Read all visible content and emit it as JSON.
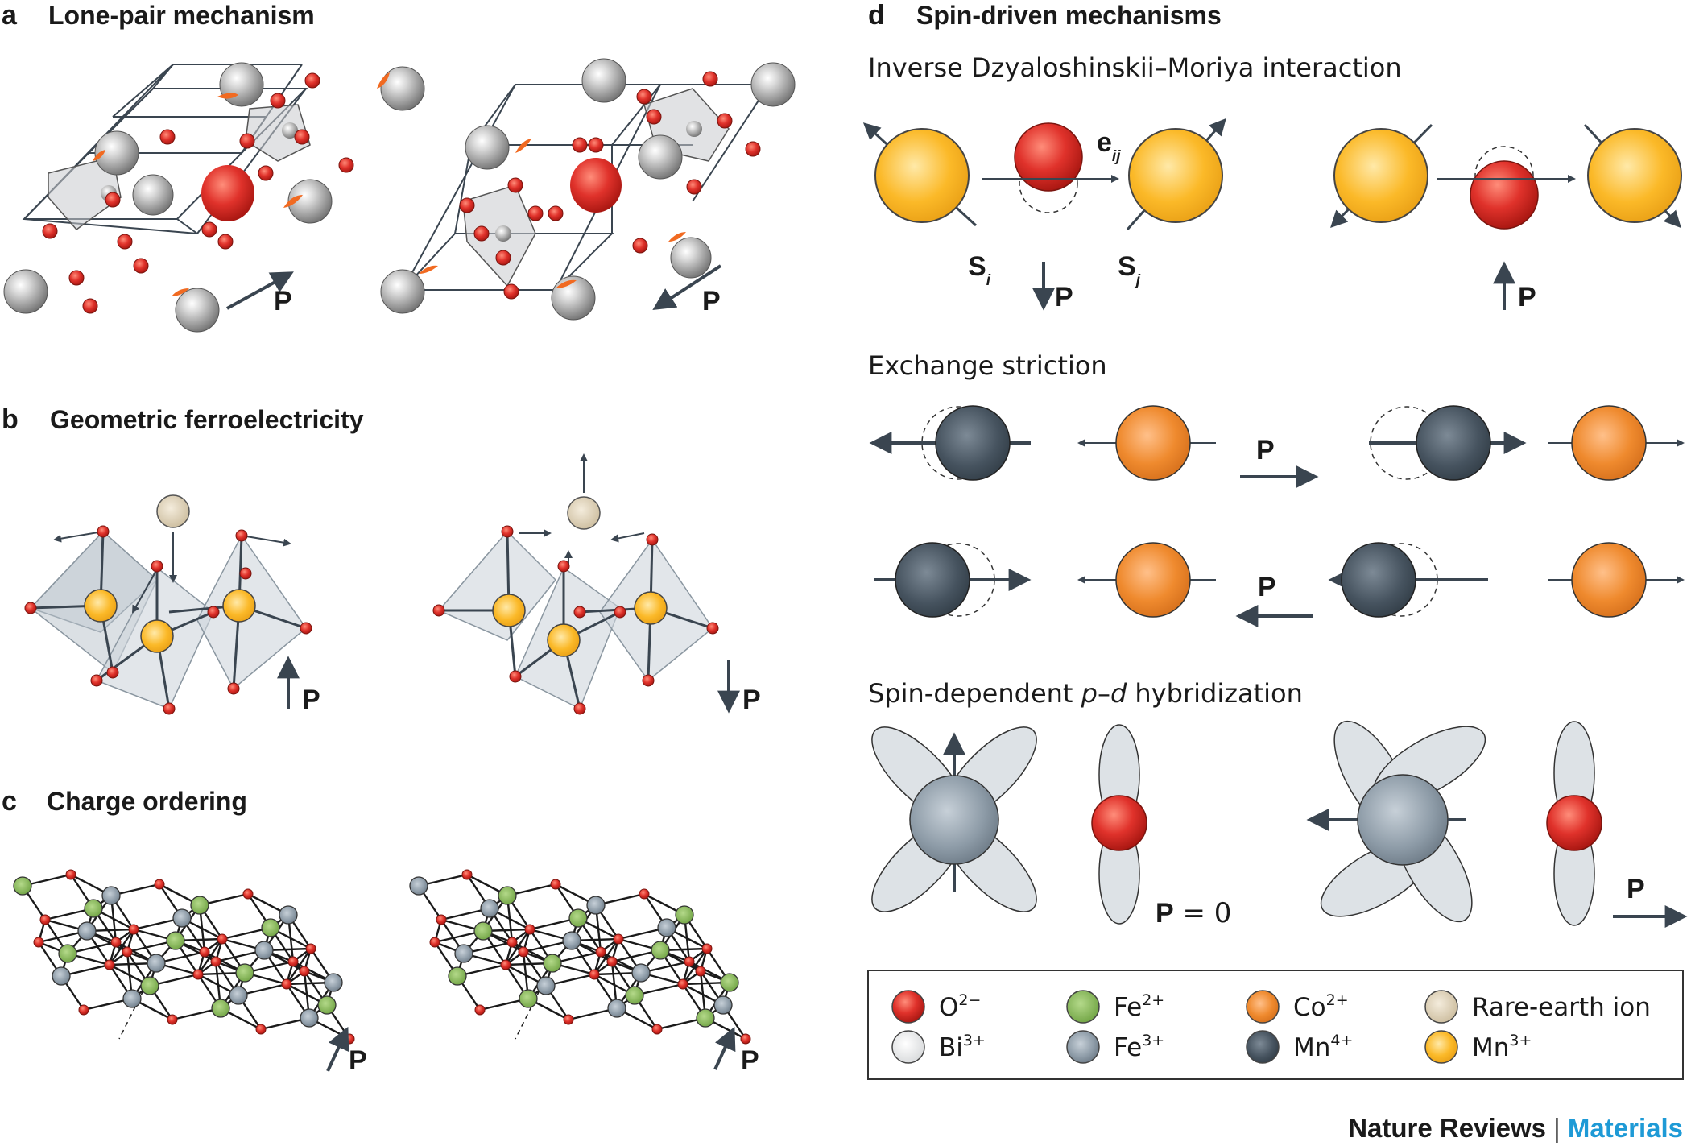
{
  "panels": {
    "a": {
      "letter": "a",
      "title": "Lone-pair mechanism",
      "p_left": "P",
      "p_right": "P"
    },
    "b": {
      "letter": "b",
      "title": "Geometric ferroelectricity",
      "p_left": "P",
      "p_right": "P"
    },
    "c": {
      "letter": "c",
      "title": "Charge ordering",
      "p_left": "P",
      "p_right": "P"
    },
    "d": {
      "letter": "d",
      "title": "Spin-driven mechanisms",
      "dm": {
        "title": "Inverse Dzyaloshinskii–Moriya interaction",
        "e": "e",
        "e_sub": "ij",
        "s_i": "S",
        "s_i_sub": "i",
        "s_j": "S",
        "s_j_sub": "j",
        "p_left": "P",
        "p_right": "P"
      },
      "ex": {
        "title": "Exchange striction",
        "p_top": "P",
        "p_bottom": "P"
      },
      "pd": {
        "title_pre": "Spin-dependent ",
        "title_p": "p",
        "title_dash": "–",
        "title_d": "d",
        "title_post": " hybridization",
        "p_zero_p": "P",
        "p_zero_rest": " = 0",
        "p_right": "P"
      }
    }
  },
  "legend": [
    {
      "ion": "O",
      "charge": "2−",
      "color": "#e0322b",
      "icon": "oxygen-ion-icon"
    },
    {
      "ion": "Fe",
      "charge": "2+",
      "color": "#7fb04e",
      "icon": "fe2-ion-icon"
    },
    {
      "ion": "Co",
      "charge": "2+",
      "color": "#ef8a2e",
      "icon": "co2-ion-icon"
    },
    {
      "ion": "Rare-earth ion",
      "charge": "",
      "color": "#d7c9ab",
      "icon": "rare-earth-ion-icon"
    },
    {
      "ion": "Bi",
      "charge": "3+",
      "color": "#eeeeee",
      "icon": "bi3-ion-icon"
    },
    {
      "ion": "Fe",
      "charge": "3+",
      "color": "#7e8c99",
      "icon": "fe3-ion-icon"
    },
    {
      "ion": "Mn",
      "charge": "4+",
      "color": "#46535f",
      "icon": "mn4-ion-icon"
    },
    {
      "ion": "Mn",
      "charge": "3+",
      "color": "#fbb928",
      "icon": "mn3-ion-icon"
    }
  ],
  "footer": {
    "journal": "Nature Reviews",
    "separator": " | ",
    "section": "Materials",
    "section_color": "#1e9ad6"
  }
}
